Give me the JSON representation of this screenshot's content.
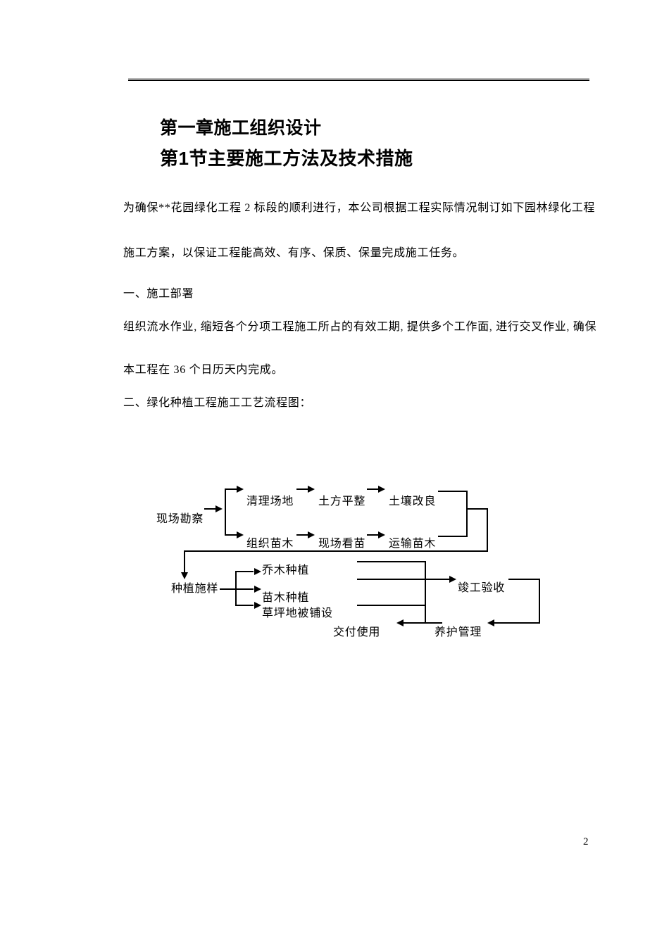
{
  "document": {
    "page_number": "2",
    "headings": {
      "chapter": "第一章施工组织设计",
      "section": "第1节主要施工方法及技术措施"
    },
    "body_lines": [
      "为确保**花园绿化工程 2 标段的顺利进行，本公司根据工程实际情况制订如下园林绿化工程",
      "施工方案，以保证工程能高效、有序、保质、保量完成施工任务。",
      "一、施工部署",
      "组织流水作业, 缩短各个分项工程施工所占的有效工期, 提供多个工作面, 进行交叉作业, 确保",
      "本工程在 36 个日历天内完成。",
      "二、绿化种植工程施工工艺流程图："
    ]
  },
  "flowchart": {
    "nodes": {
      "site_survey": "现场勘察",
      "clear_site": "清理场地",
      "earthwork_leveling": "土方平整",
      "soil_improvement": "土壤改良",
      "organize_seedlings": "组织苗木",
      "inspect_seedlings": "现场看苗",
      "transport_seedlings": "运输苗木",
      "planting_layout": "种植施样",
      "tree_planting": "乔木种植",
      "seedling_planting": "苗木种植",
      "lawn_groundcover_laying": "草坪地被铺设",
      "completion_acceptance": "竣工验收",
      "maintenance_management": "养护管理",
      "delivery_for_use": "交付使用"
    }
  },
  "colors": {
    "text": "#000000",
    "line": "#000000",
    "page_background": "#ffffff"
  }
}
